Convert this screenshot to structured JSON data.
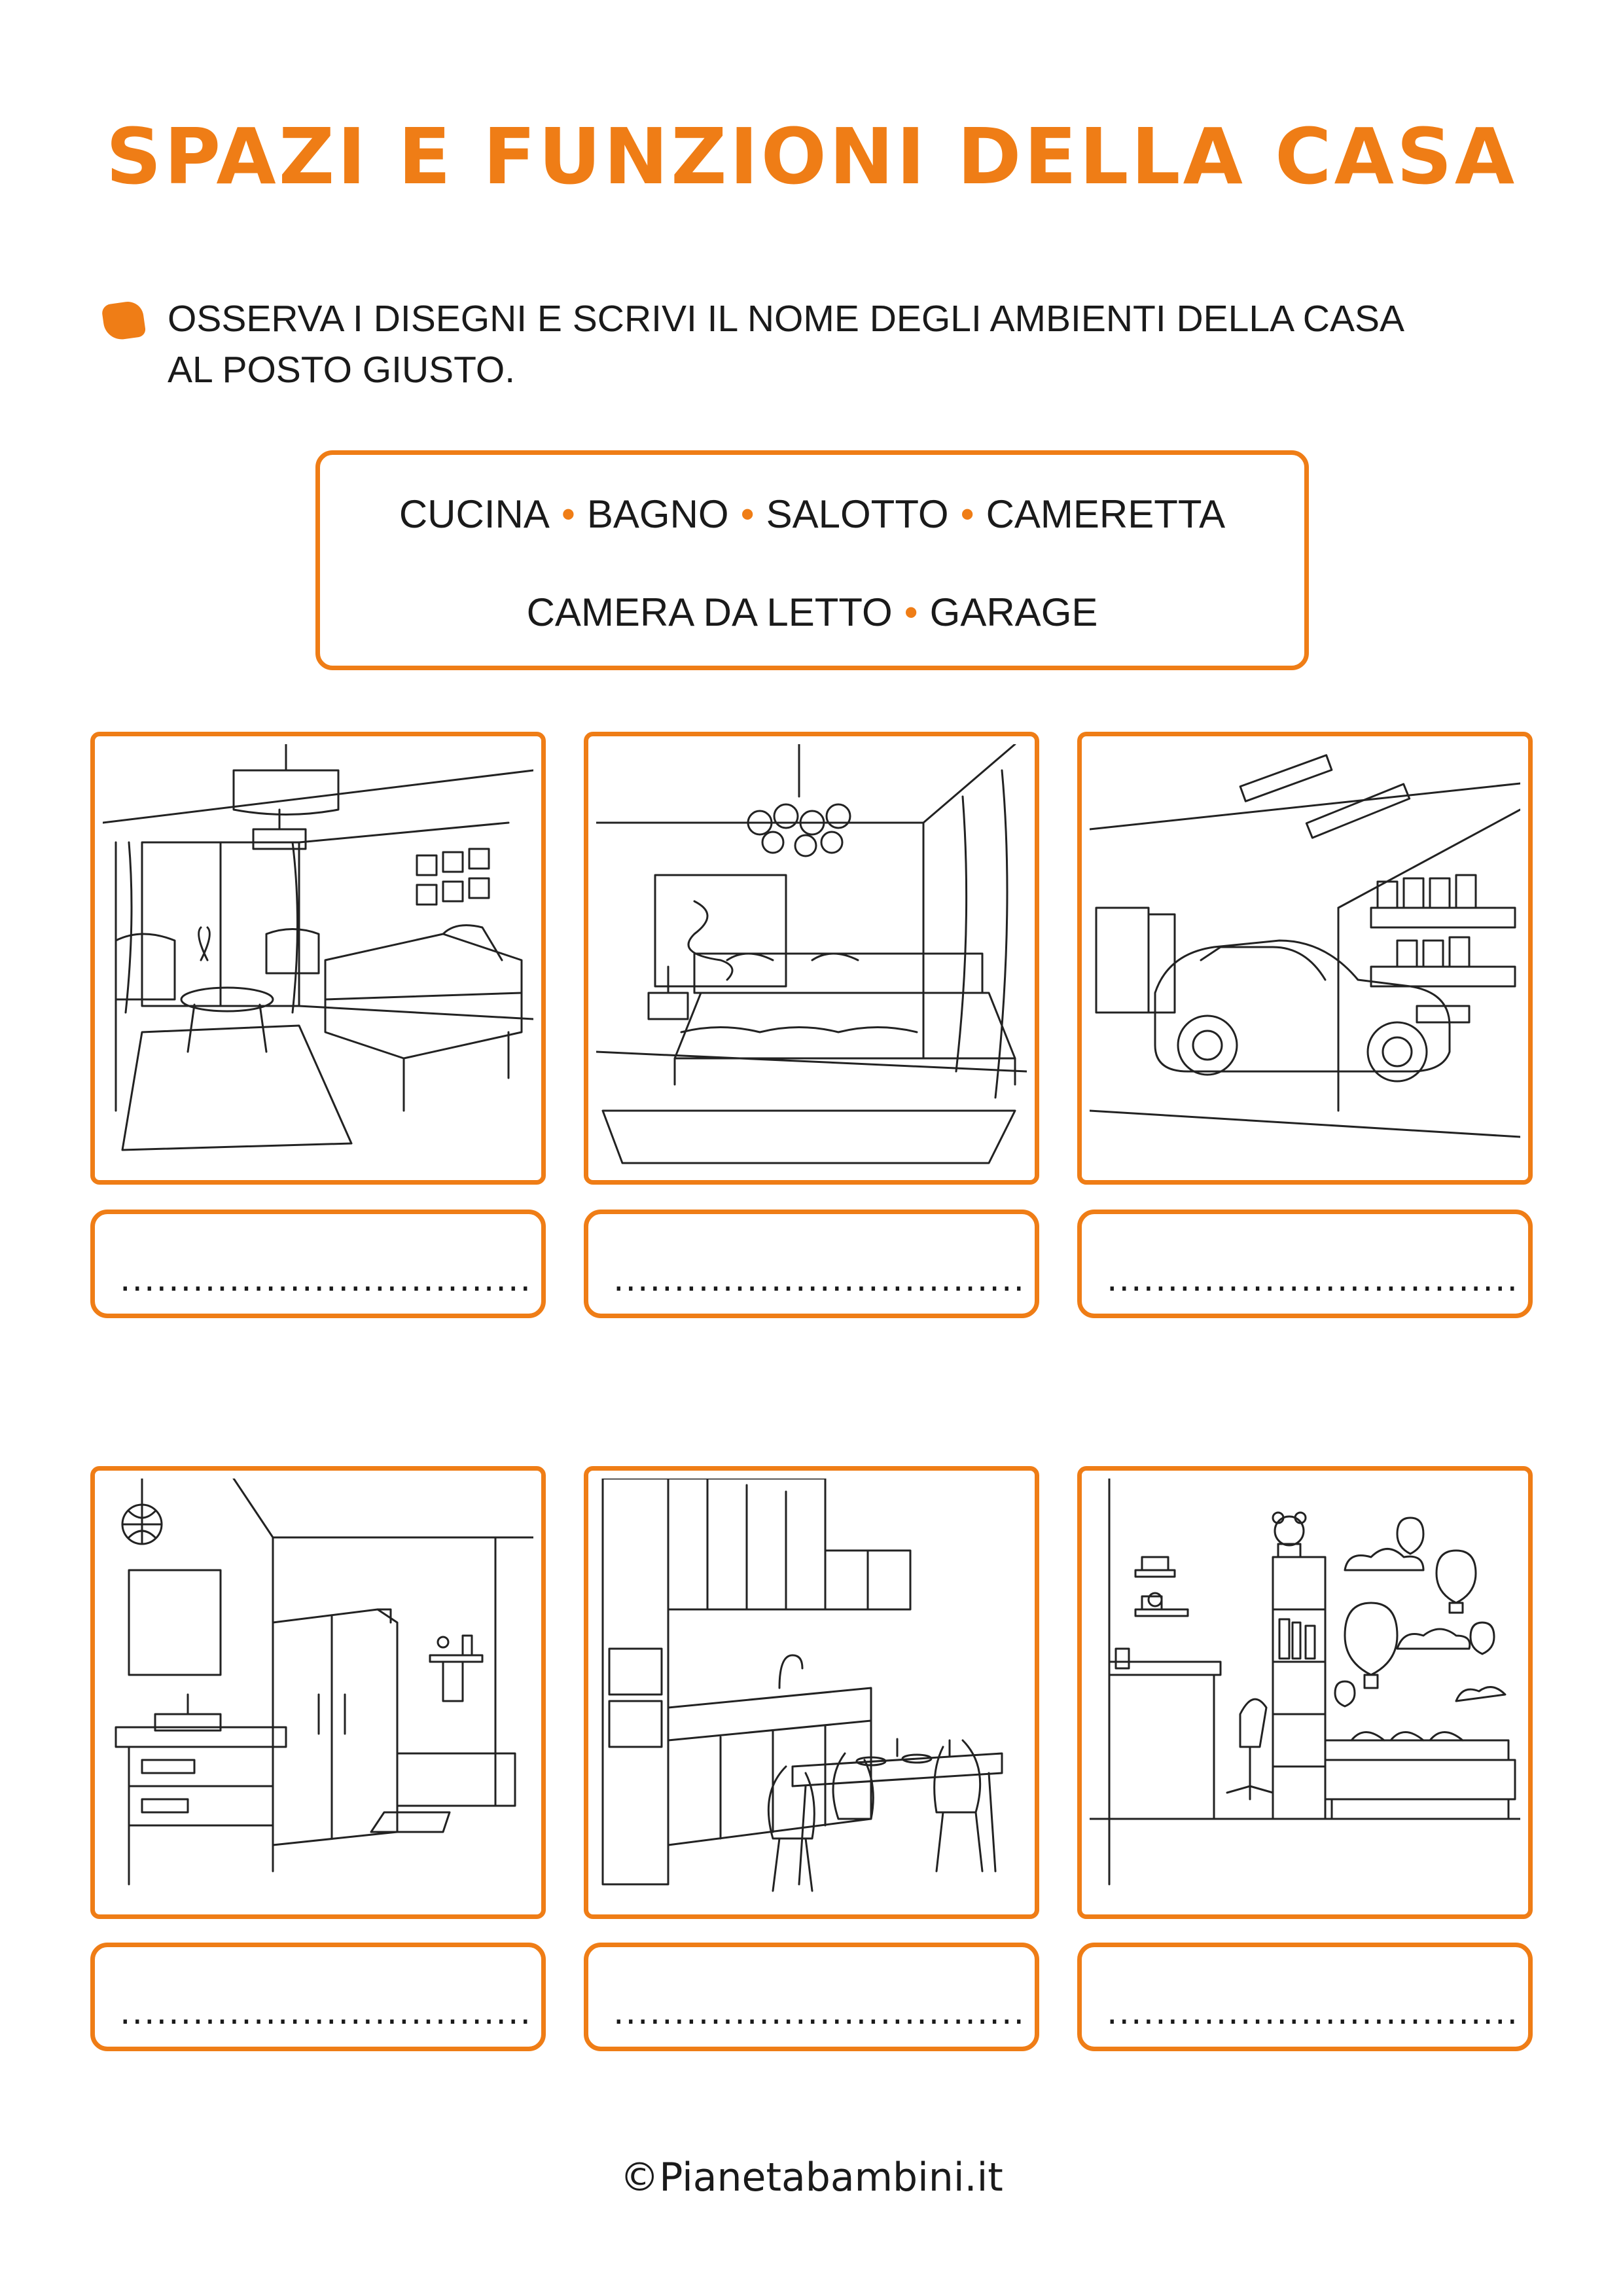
{
  "title": "SPAZI E FUNZIONI DELLA CASA",
  "instruction": {
    "line1": "OSSERVA I DISEGNI E SCRIVI IL NOME DEGLI AMBIENTI DELLA CASA",
    "line2": "AL POSTO GIUSTO."
  },
  "word_bank": {
    "line1": [
      "CUCINA",
      "BAGNO",
      "SALOTTO",
      "CAMERETTA"
    ],
    "line2": [
      "CAMERA DA LETTO",
      "GARAGE"
    ],
    "separator": "•"
  },
  "answer_placeholder": "..................................",
  "pictures": [
    {
      "icon": "living-room-drawing"
    },
    {
      "icon": "bedroom-drawing"
    },
    {
      "icon": "garage-car-drawing"
    },
    {
      "icon": "bathroom-drawing"
    },
    {
      "icon": "kitchen-drawing"
    },
    {
      "icon": "kids-room-drawing"
    }
  ],
  "footer": "©Pianetabambini.it",
  "colors": {
    "accent": "#ef7d16",
    "text": "#1a1a1a",
    "background": "#ffffff"
  }
}
